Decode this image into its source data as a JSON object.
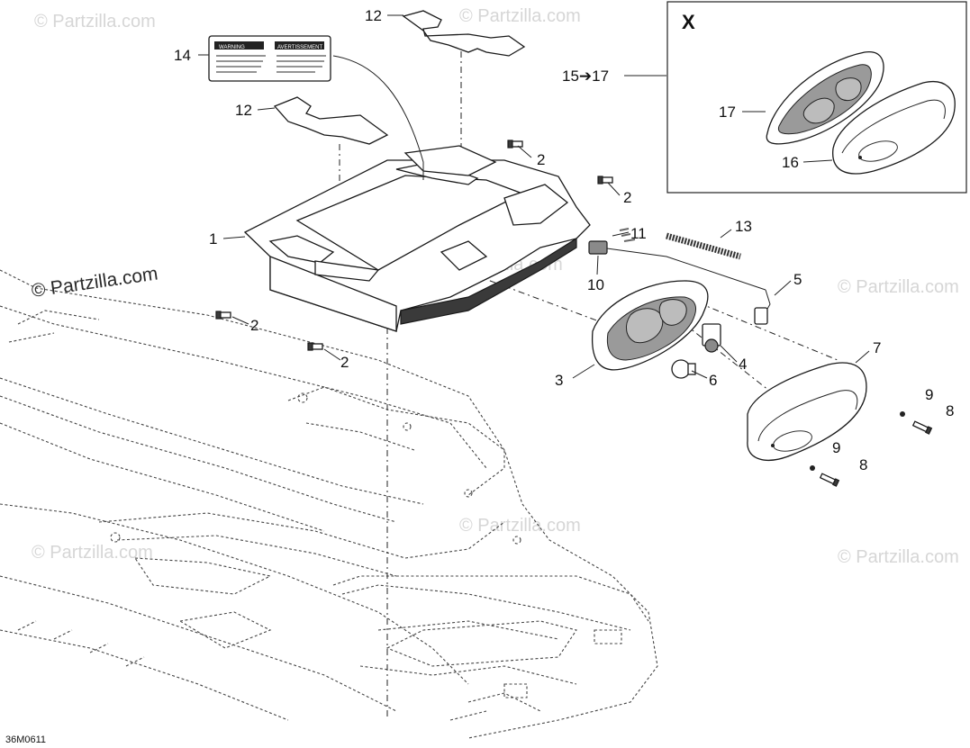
{
  "watermarks": {
    "main": "© Partzilla.com",
    "faint": "© Partzilla.com"
  },
  "diagram_code": "36M0611",
  "inset": {
    "letter": "X",
    "range_label": "15➔17"
  },
  "label_sticker_text": {
    "left_title": "WARNING",
    "right_title": "AVERTISSEMENT"
  },
  "callouts": {
    "c1": "1",
    "c2a": "2",
    "c2b": "2",
    "c2c": "2",
    "c2d": "2",
    "c3": "3",
    "c4": "4",
    "c5": "5",
    "c6": "6",
    "c7": "7",
    "c8a": "8",
    "c8b": "8",
    "c9a": "9",
    "c9b": "9",
    "c10": "10",
    "c11": "11",
    "c12a": "12",
    "c12b": "12",
    "c13": "13",
    "c14": "14",
    "c16": "16",
    "c17": "17"
  }
}
